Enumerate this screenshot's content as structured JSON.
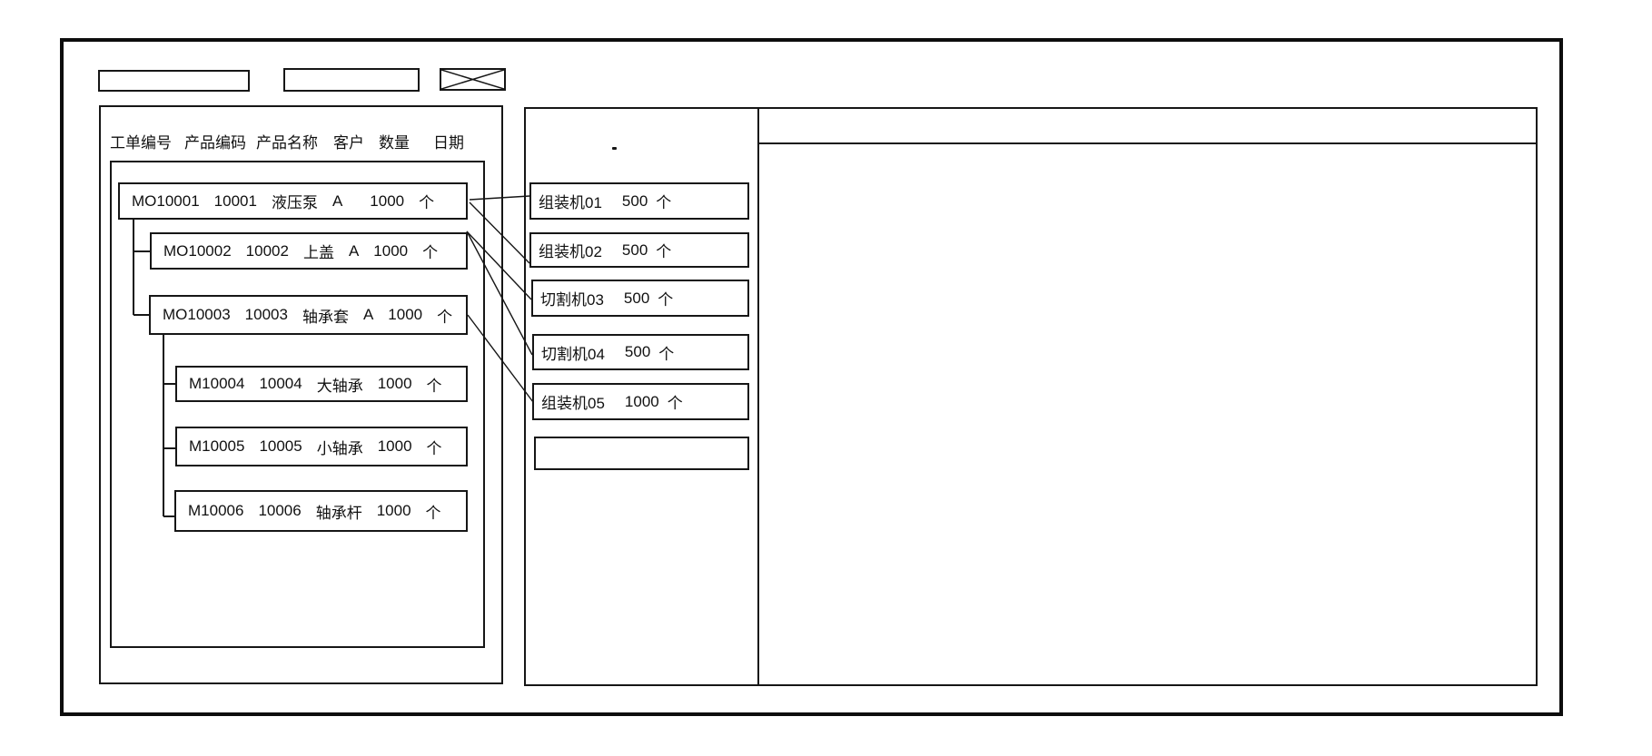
{
  "toolbar": {
    "input1_value": "",
    "input2_value": ""
  },
  "work_orders_panel": {
    "header": [
      "工单编号",
      "产品编码",
      "产品名称",
      "客户",
      "数量",
      "日期"
    ],
    "rows": [
      {
        "order_no": "MO10001",
        "product_code": "10001",
        "product_name": "液压泵",
        "customer": "A",
        "quantity": "1000",
        "unit": "个",
        "level": 0
      },
      {
        "order_no": "MO10002",
        "product_code": "10002",
        "product_name": "上盖",
        "customer": "A",
        "quantity": "1000",
        "unit": "个",
        "level": 1
      },
      {
        "order_no": "MO10003",
        "product_code": "10003",
        "product_name": "轴承套",
        "customer": "A",
        "quantity": "1000",
        "unit": "个",
        "level": 1
      },
      {
        "order_no": "M10004",
        "product_code": "10004",
        "product_name": "大轴承",
        "quantity": "1000",
        "unit": "个",
        "level": 2
      },
      {
        "order_no": "M10005",
        "product_code": "10005",
        "product_name": "小轴承",
        "quantity": "1000",
        "unit": "个",
        "level": 2
      },
      {
        "order_no": "M10006",
        "product_code": "10006",
        "product_name": "轴承杆",
        "quantity": "1000",
        "unit": "个",
        "level": 2
      }
    ]
  },
  "machines_panel": {
    "dot": ".",
    "machines": [
      {
        "name": "组装机01",
        "quantity": "500",
        "unit": "个"
      },
      {
        "name": "组装机02",
        "quantity": "500",
        "unit": "个"
      },
      {
        "name": "切割机03",
        "quantity": "500",
        "unit": "个"
      },
      {
        "name": "切割机04",
        "quantity": "500",
        "unit": "个"
      },
      {
        "name": "组装机05",
        "quantity": "1000",
        "unit": "个"
      }
    ]
  },
  "assignments": [
    {
      "order": "MO10001",
      "machine": "组装机01"
    },
    {
      "order": "MO10001",
      "machine": "组装机02"
    },
    {
      "order": "MO10002",
      "machine": "切割机03"
    },
    {
      "order": "MO10002",
      "machine": "切割机04"
    },
    {
      "order": "MO10003",
      "machine": "组装机05"
    }
  ],
  "colors": {
    "stroke": "#161616",
    "background": "#ffffff"
  }
}
